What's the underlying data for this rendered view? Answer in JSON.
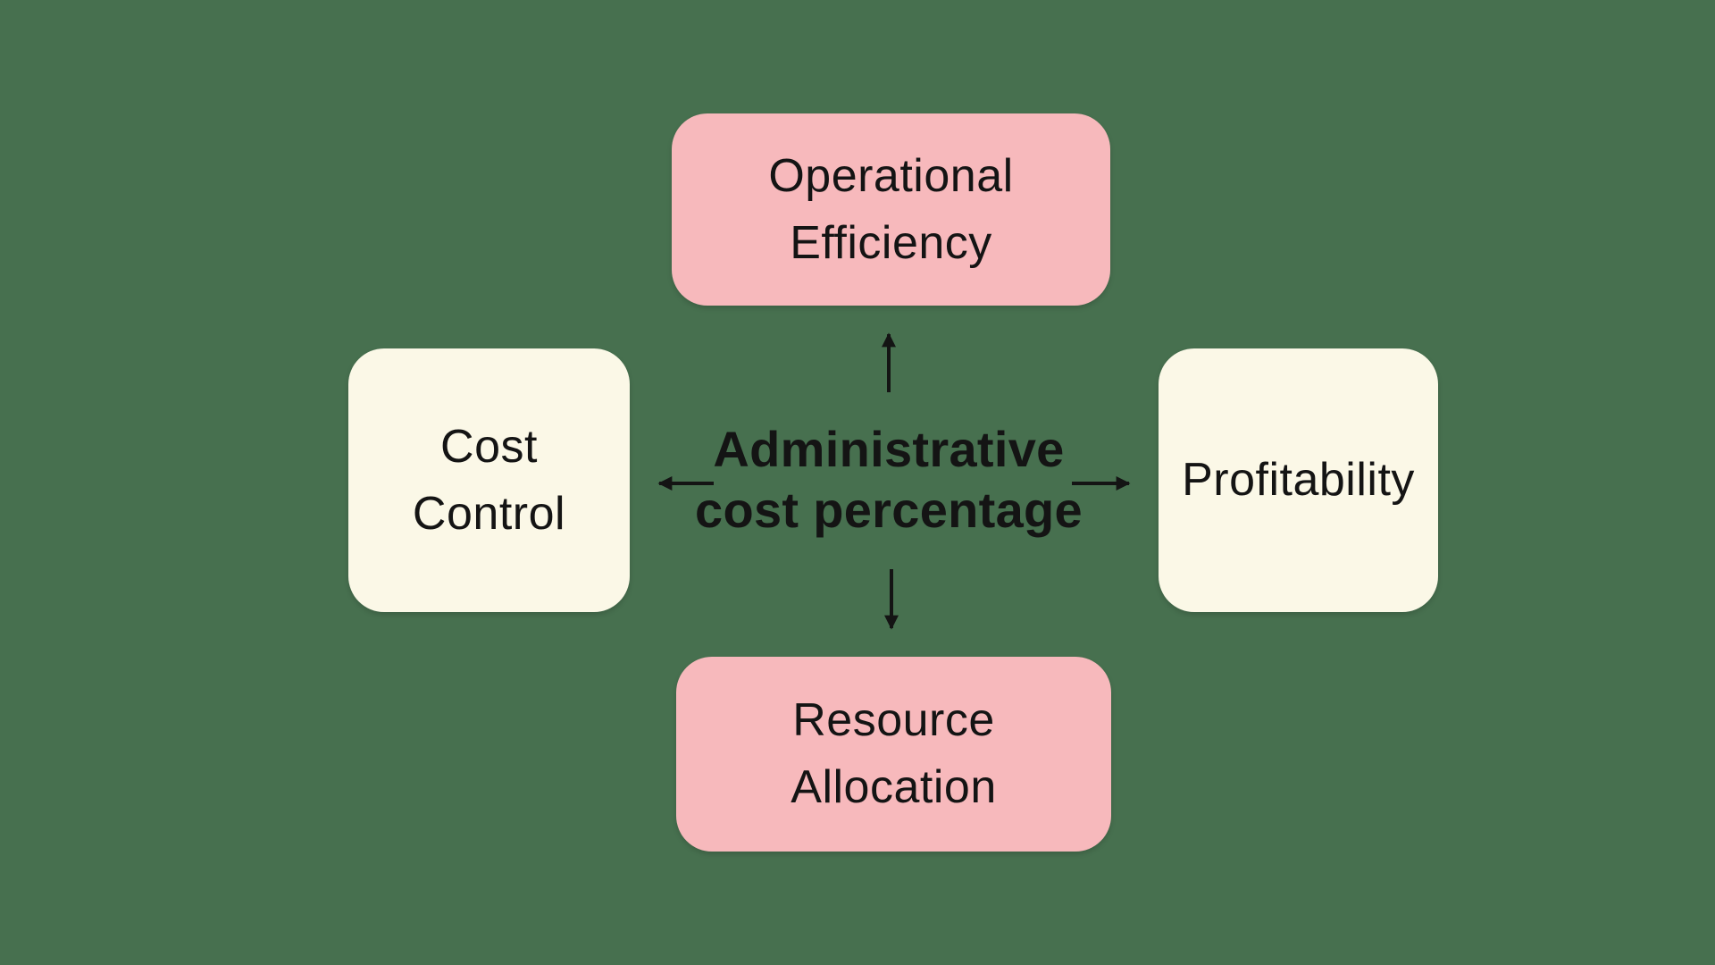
{
  "diagram": {
    "center_label": "Administrative\ncost percentage",
    "nodes": {
      "top": {
        "label": "Operational\nEfficiency",
        "style": "pink"
      },
      "bottom": {
        "label": "Resource\nAllocation",
        "style": "pink"
      },
      "left": {
        "label": "Cost\nControl",
        "style": "cream"
      },
      "right": {
        "label": "Profitability",
        "style": "cream"
      }
    },
    "arrows": [
      {
        "name": "center-to-top",
        "direction": "up"
      },
      {
        "name": "center-to-left",
        "direction": "left"
      },
      {
        "name": "center-to-right",
        "direction": "right"
      },
      {
        "name": "center-to-bottom",
        "direction": "down"
      }
    ],
    "colors": {
      "background": "#47704F",
      "pink_node": "#F7B9BC",
      "cream_node": "#FBF8E7",
      "text": "#141414",
      "arrow": "#141414"
    }
  }
}
